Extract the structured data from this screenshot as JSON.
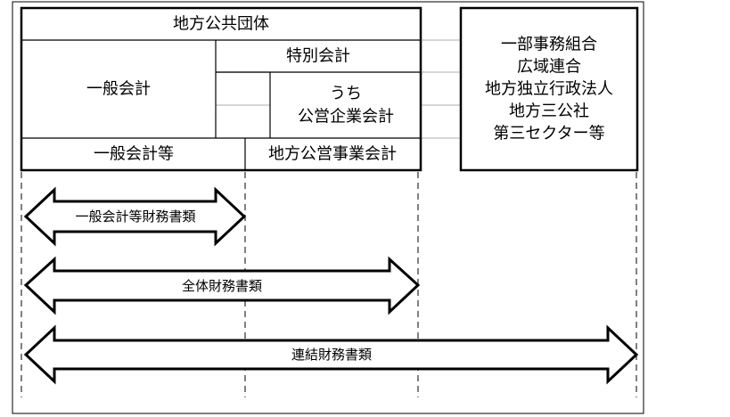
{
  "table": {
    "entity": "地方公共団体",
    "special_account": "特別会計",
    "general_account": "一般会計",
    "public_enterprise": "うち\n公営企業会計",
    "general_accounts_etc": "一般会計等",
    "local_public_enterprise_accounts": "地方公営事業会計",
    "related_entities": "一部事務組合\n広域連合\n地方独立行政法人\n地方三公社\n第三セクター等"
  },
  "arrows": {
    "general": "一般会計等財務書類",
    "whole": "全体財務書類",
    "consolidated": "連結財務書類"
  },
  "colors": {
    "line": "#000000",
    "gridline": "#c8c8c8",
    "arrow_fill": "#ffffff"
  }
}
